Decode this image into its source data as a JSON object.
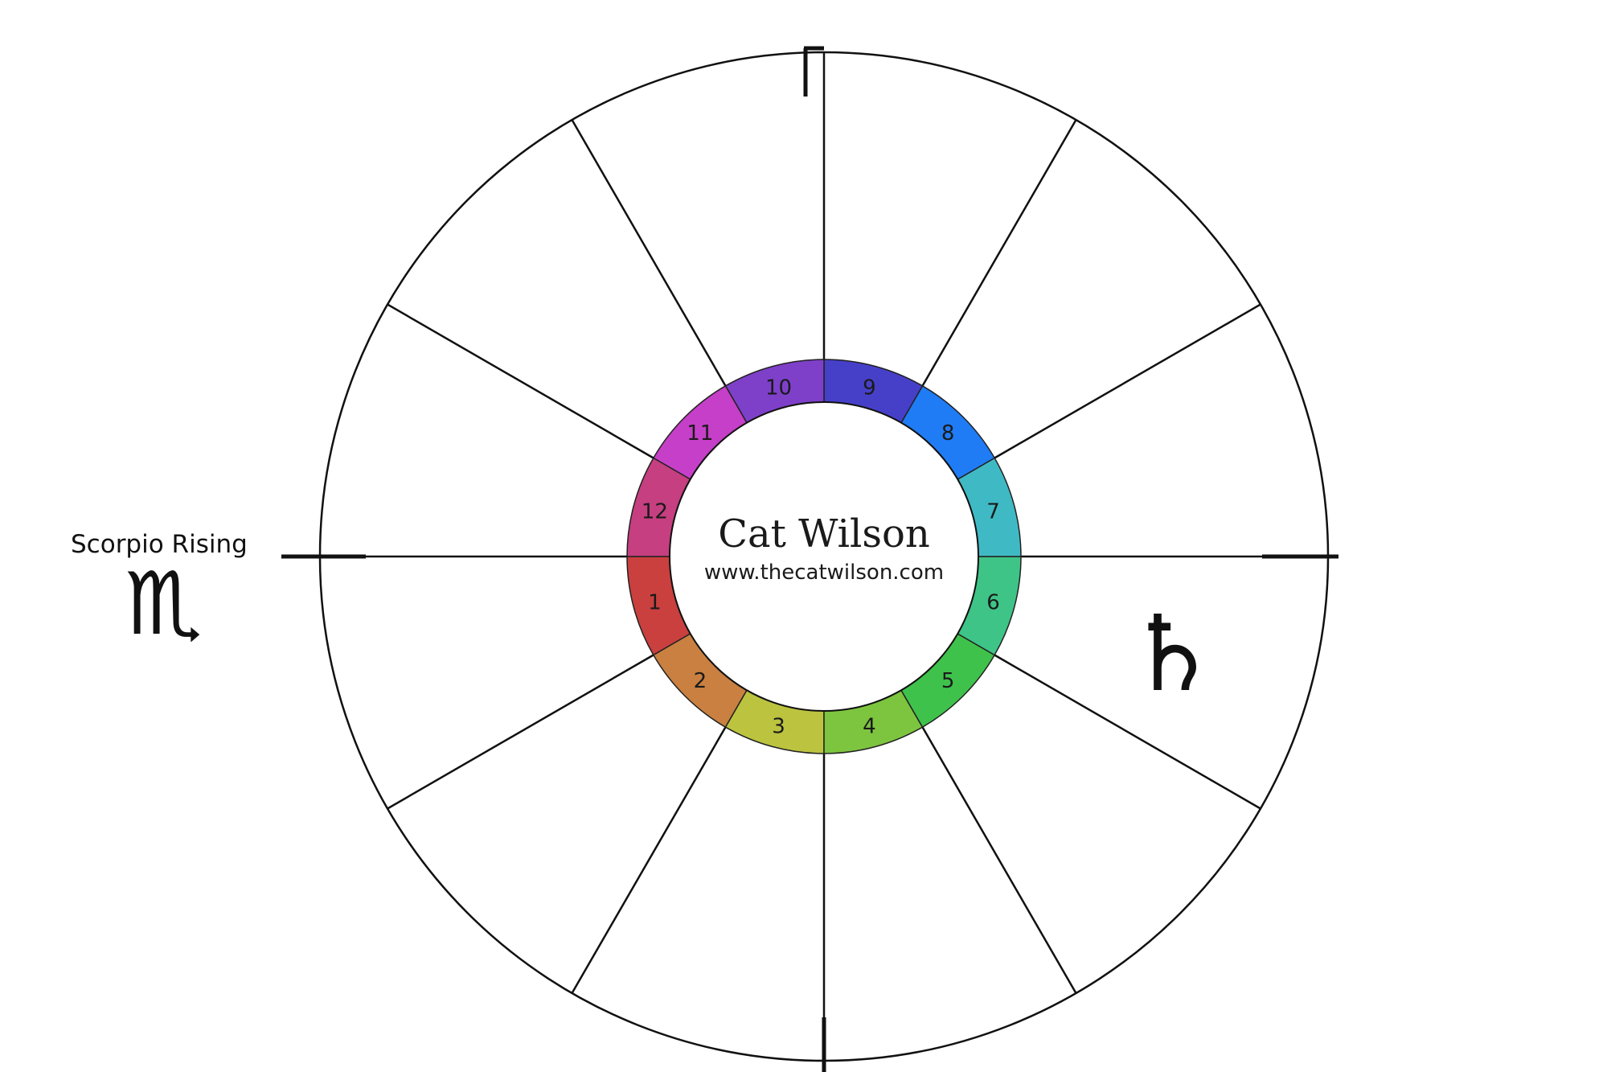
{
  "center": {
    "name": "Cat Wilson",
    "url": "www.thecatwilson.com"
  },
  "rising": {
    "label": "Scorpio Rising",
    "glyph": "♏"
  },
  "planet": {
    "glyph": "♄",
    "house": 6
  },
  "houses": [
    {
      "number": "1",
      "color": "#c9403f"
    },
    {
      "number": "2",
      "color": "#c98040"
    },
    {
      "number": "3",
      "color": "#bcc43f"
    },
    {
      "number": "4",
      "color": "#7dc53f"
    },
    {
      "number": "5",
      "color": "#3fc24b"
    },
    {
      "number": "6",
      "color": "#3ec487"
    },
    {
      "number": "7",
      "color": "#3fbac5"
    },
    {
      "number": "8",
      "color": "#1f7cf5"
    },
    {
      "number": "9",
      "color": "#4640c8"
    },
    {
      "number": "10",
      "color": "#7e40c9"
    },
    {
      "number": "11",
      "color": "#c63fc8"
    },
    {
      "number": "12",
      "color": "#c63f80"
    }
  ]
}
